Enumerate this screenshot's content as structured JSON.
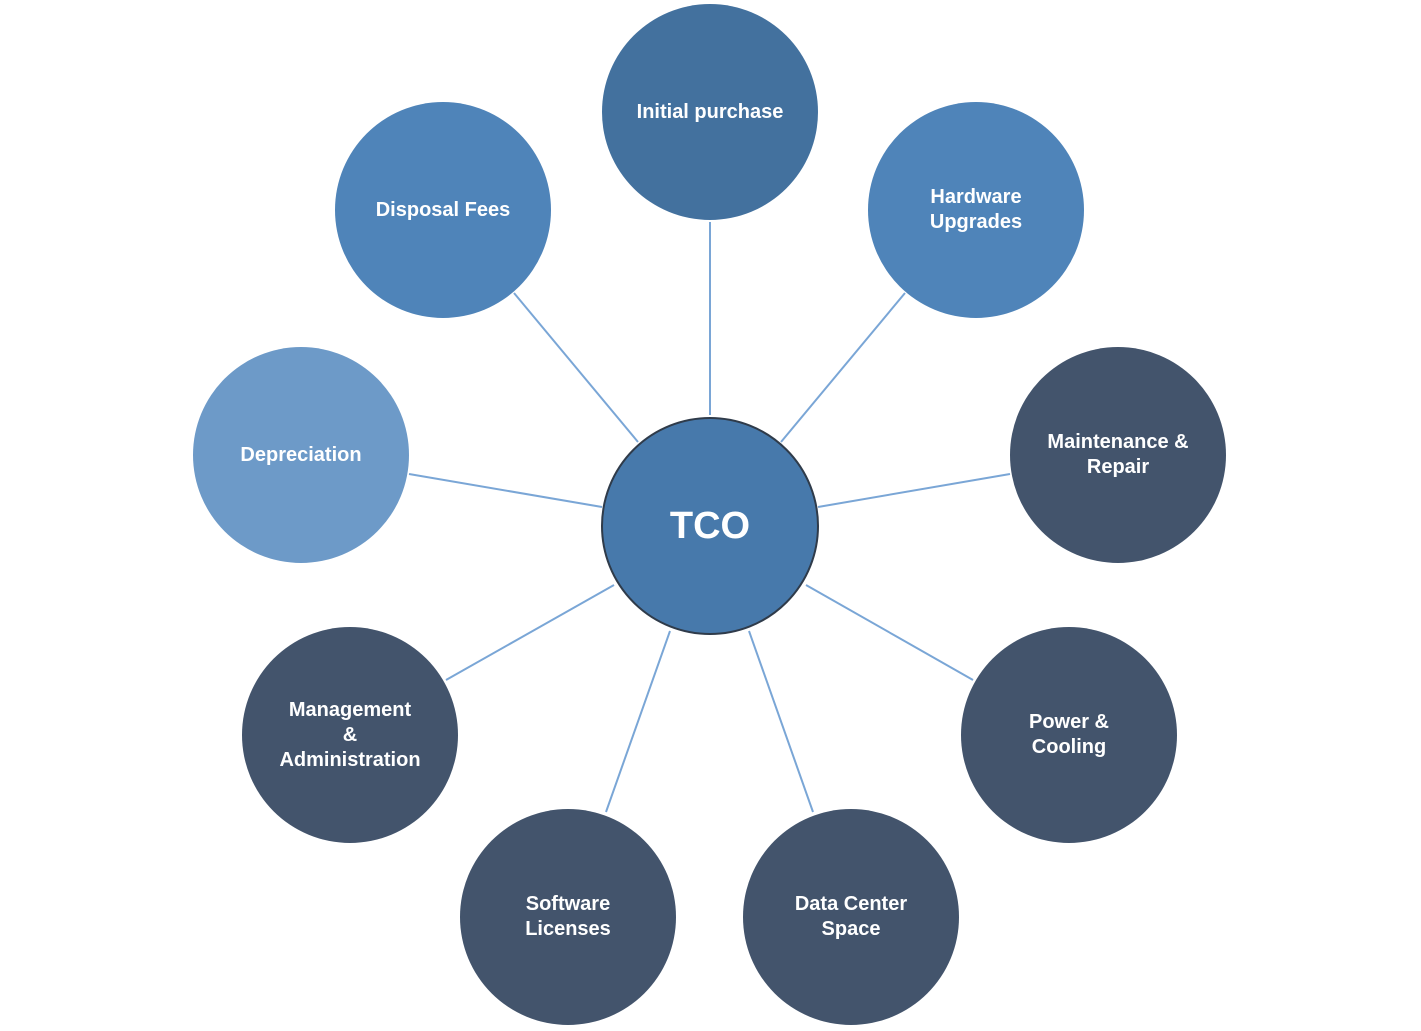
{
  "colors": {
    "connector": "#7aa6d6",
    "center": "#4779ab",
    "dark_node": "#43546c",
    "medium_node": "#4f84b9",
    "initial_node": "#43719e",
    "light_node": "#6d9ac8"
  },
  "center": {
    "label": "TCO"
  },
  "nodes": [
    {
      "label": "Initial purchase",
      "shade": "initial_node"
    },
    {
      "label": "Hardware\nUpgrades",
      "shade": "medium_node"
    },
    {
      "label": "Maintenance &\nRepair",
      "shade": "dark_node"
    },
    {
      "label": "Power &\nCooling",
      "shade": "dark_node"
    },
    {
      "label": "Data Center\nSpace",
      "shade": "dark_node"
    },
    {
      "label": "Software\nLicenses",
      "shade": "dark_node"
    },
    {
      "label": "Management\n&\nAdministration",
      "shade": "dark_node"
    },
    {
      "label": "Depreciation",
      "shade": "light_node"
    },
    {
      "label": "Disposal Fees",
      "shade": "medium_node"
    }
  ]
}
